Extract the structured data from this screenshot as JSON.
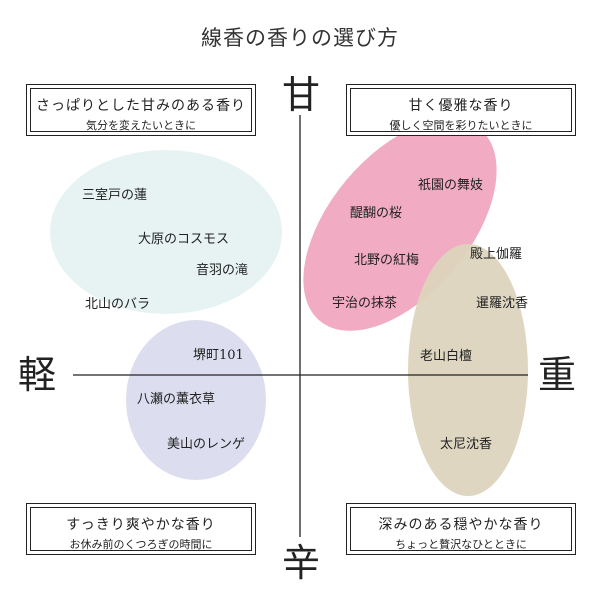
{
  "title": "線香の香りの選び方",
  "axes": {
    "top": "甘",
    "bottom": "辛",
    "left": "軽",
    "right": "重"
  },
  "quadrants": {
    "top_left": {
      "main": "さっぱりとした甘みのある香り",
      "sub": "気分を変えたいときに"
    },
    "top_right": {
      "main": "甘く優雅な香り",
      "sub": "優しく空間を彩りたいときに"
    },
    "bottom_left": {
      "main": "すっきり爽やかな香り",
      "sub": "お休み前のくつろぎの時間に"
    },
    "bottom_right": {
      "main": "深みのある穏やかな香り",
      "sub": "ちょっと贅沢なひとときに"
    }
  },
  "colors": {
    "light_sweet": "#e6f3f2",
    "sweet_heavy": "#f0a6bf",
    "heavy": "#dcd4bd",
    "light_dry": "#dcdeef",
    "axis": "#222222"
  },
  "groups": {
    "light_sweet": [
      "三室戸の蓮",
      "大原のコスモス",
      "音羽の滝",
      "北山のバラ"
    ],
    "sweet_heavy": [
      "祇園の舞妓",
      "醍醐の桜",
      "北野の紅梅",
      "宇治の抹茶"
    ],
    "heavy": [
      "殿上伽羅",
      "暹羅沈香",
      "老山白檀",
      "太尼沈香"
    ],
    "light_dry": [
      "堺町101",
      "八瀬の薫衣草",
      "美山のレンゲ"
    ]
  }
}
